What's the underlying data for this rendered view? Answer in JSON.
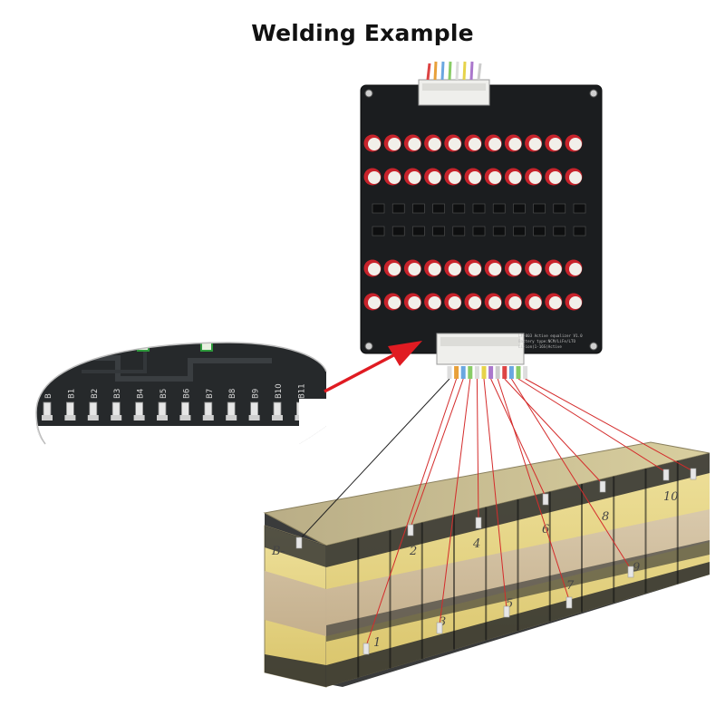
{
  "title": "Welding Example",
  "board_text": [
    "LF-003 Active equalizer V1.0",
    "Battery type:NCM/LiFe/LTO",
    "Li-ion(1-16S)Active"
  ],
  "balance_labels": [
    "B",
    "B1",
    "B2",
    "B3",
    "B4",
    "B5",
    "B6",
    "B7",
    "B8",
    "B9",
    "B10",
    "B11"
  ],
  "cell_numbers": [
    "1",
    "2",
    "3",
    "4",
    "5",
    "6",
    "7",
    "8",
    "9",
    "10",
    "B-"
  ],
  "colors": {
    "pcb": "#1b1d1f",
    "capacitor_red": "#c8232b",
    "capacitor_top": "#f1efe9",
    "arrow": "#e01b22",
    "wire": "#d42b2b",
    "tape_yellow": "#e8d77e",
    "tape_kraft": "#cdb99c"
  }
}
